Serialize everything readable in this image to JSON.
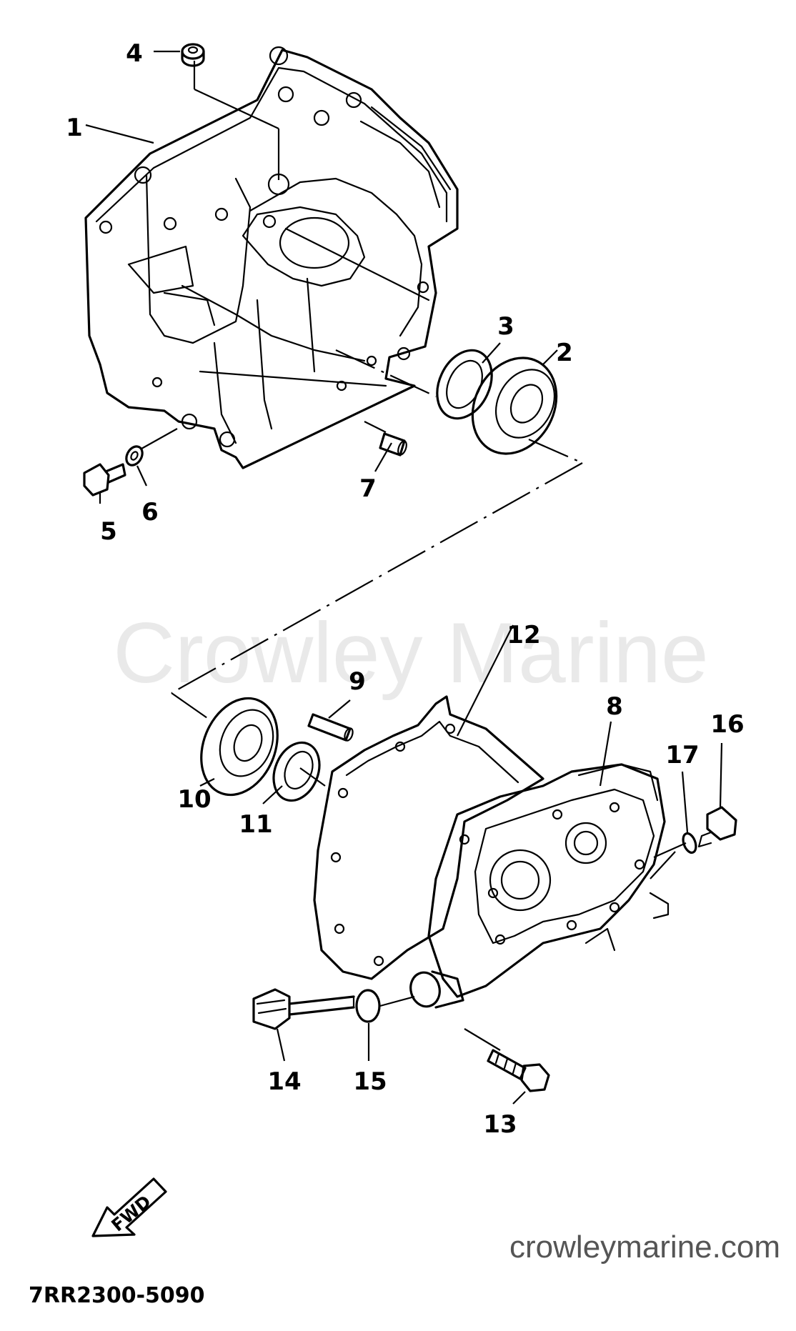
{
  "watermark": "Crowley Marine",
  "site": "crowleymarine.com",
  "diagram_code": "7RR2300-5090",
  "fwd_label": "FWD",
  "callouts": [
    {
      "id": "1",
      "label": "1"
    },
    {
      "id": "2",
      "label": "2"
    },
    {
      "id": "3",
      "label": "3"
    },
    {
      "id": "4",
      "label": "4"
    },
    {
      "id": "5",
      "label": "5"
    },
    {
      "id": "6",
      "label": "6"
    },
    {
      "id": "7",
      "label": "7"
    },
    {
      "id": "8",
      "label": "8"
    },
    {
      "id": "9",
      "label": "9"
    },
    {
      "id": "10",
      "label": "10"
    },
    {
      "id": "11",
      "label": "11"
    },
    {
      "id": "12",
      "label": "12"
    },
    {
      "id": "13",
      "label": "13"
    },
    {
      "id": "14",
      "label": "14"
    },
    {
      "id": "15",
      "label": "15"
    },
    {
      "id": "16",
      "label": "16"
    },
    {
      "id": "17",
      "label": "17"
    }
  ]
}
